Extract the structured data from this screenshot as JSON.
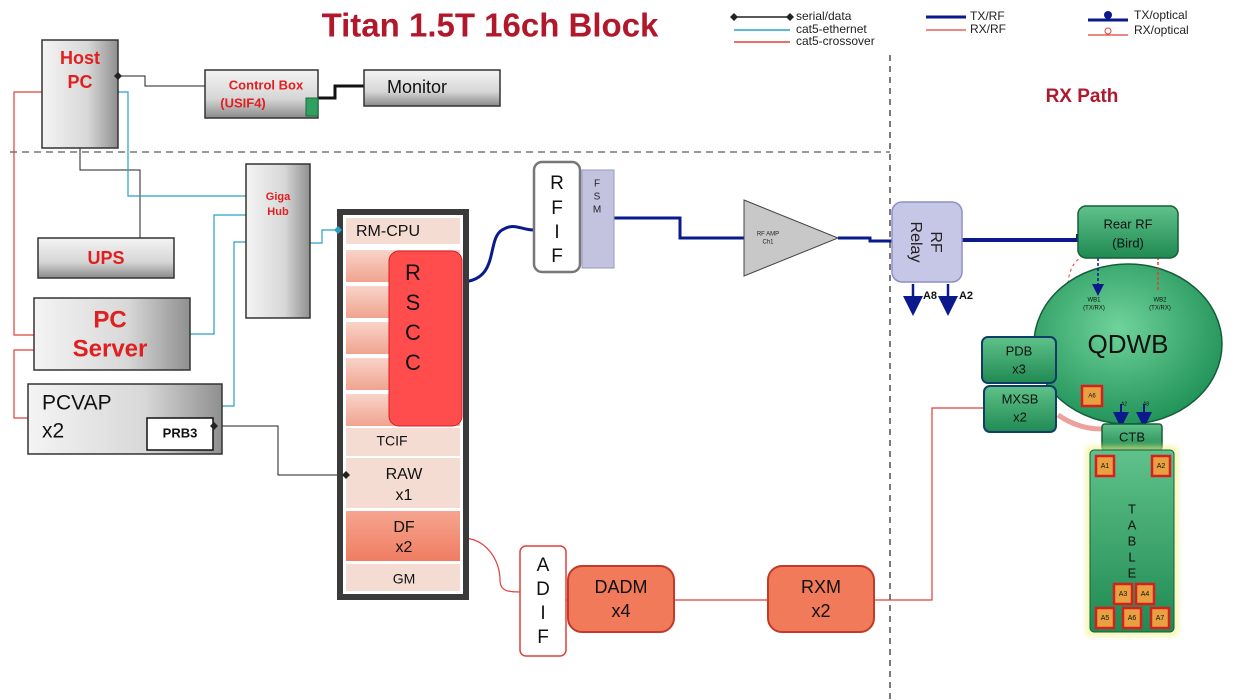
{
  "title": "Titan 1.5T 16ch Block",
  "legend": [
    {
      "label": "serial/data",
      "color": "#222222"
    },
    {
      "label": "cat5-ethernet",
      "color": "#2a9fc8"
    },
    {
      "label": "cat5-crossover",
      "color": "#e0403a"
    },
    {
      "label": "TX/RF",
      "color": "#0a1a8c"
    },
    {
      "label": "RX/RF",
      "color": "#e0403a"
    },
    {
      "label": "TX/optical",
      "color": "#0a1a8c"
    },
    {
      "label": "RX/optical",
      "color": "#e0403a"
    }
  ],
  "section": {
    "rx_path": "RX Path"
  },
  "host": {
    "line1": "Host",
    "line2": "PC"
  },
  "control_box": {
    "line1": "Control Box",
    "line2": "(USIF4)"
  },
  "monitor": "Monitor",
  "giga_hub": {
    "line1": "Giga",
    "line2": "Hub"
  },
  "ups": "UPS",
  "pc_server": {
    "line1": "PC",
    "line2": "Server"
  },
  "pcvap": {
    "line1": "PCVAP",
    "line2": "x2",
    "prb": "PRB3"
  },
  "rack": {
    "rm_cpu": "RM-CPU",
    "rscc": [
      "R",
      "S",
      "C",
      "C"
    ],
    "tcif": "TCIF",
    "raw": {
      "line1": "RAW",
      "line2": "x1"
    },
    "df": {
      "line1": "DF",
      "line2": "x2"
    },
    "gm": "GM"
  },
  "rfif": [
    "R",
    "F",
    "I",
    "F"
  ],
  "fsm": [
    "F",
    "S",
    "M"
  ],
  "rf_amp": {
    "line1": "RF AMP",
    "line2": "Ch1"
  },
  "rf_relay": {
    "line1": "RF",
    "line2": "Relay"
  },
  "relay_arrows": [
    "A8",
    "A2"
  ],
  "rear_rf": {
    "line1": "Rear RF",
    "line2": "(Bird)"
  },
  "qdwb": {
    "label": "QDWB",
    "wb1": {
      "line1": "WB1",
      "line2": "(TX/RX)"
    },
    "wb2": {
      "line1": "WB2",
      "line2": "(TX/RX)"
    },
    "a6": "A6"
  },
  "ctb_arrows": [
    "A2",
    "A8"
  ],
  "pdb": {
    "line1": "PDB",
    "line2": "x3"
  },
  "mxsb": {
    "line1": "MXSB",
    "line2": "x2"
  },
  "ctb": "CTB",
  "table": {
    "letters": [
      "T",
      "A",
      "B",
      "L",
      "E"
    ],
    "ports": {
      "a1": "A1",
      "a2": "A2",
      "a3": "A3",
      "a4": "A4",
      "a5": "A5",
      "a6": "A6",
      "a7": "A7"
    }
  },
  "adif": [
    "A",
    "D",
    "I",
    "F"
  ],
  "dadm": {
    "line1": "DADM",
    "line2": "x4"
  },
  "rxm": {
    "line1": "RXM",
    "line2": "x2"
  }
}
